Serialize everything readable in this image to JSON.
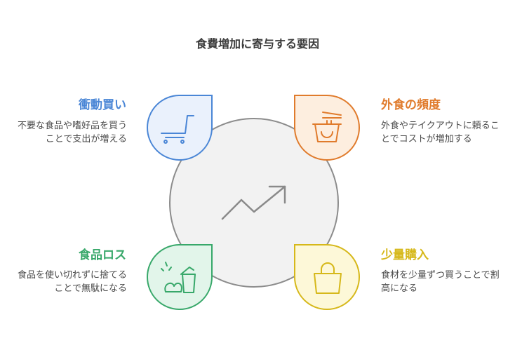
{
  "title": "食費増加に寄与する要因",
  "factors": [
    {
      "heading": "衝動買い",
      "desc": "不要な食品や嗜好品を買うことで支出が増える",
      "color": "#4a86d6",
      "icon": "shopping-cart-icon"
    },
    {
      "heading": "外食の頻度",
      "desc": "外食やテイクアウトに頼ることでコストが増加する",
      "color": "#e07b2c",
      "icon": "takeout-noodle-box-icon"
    },
    {
      "heading": "食品ロス",
      "desc": "食品を使い切れずに捨てることで無駄になる",
      "color": "#38a86a",
      "icon": "food-waste-icon"
    },
    {
      "heading": "少量購入",
      "desc": "食材を少量ずつ買うことで割高になる",
      "color": "#d6b81a",
      "icon": "shopping-bag-icon"
    }
  ],
  "center_icon": "trending-up-arrow-icon",
  "colors": {
    "center_fill": "#f2f2f2",
    "center_stroke": "#8c8c8c",
    "blue_fill": "#eaf1fc",
    "orange_fill": "#fdeedf",
    "green_fill": "#e2f5ea",
    "yellow_fill": "#fdf8d8"
  }
}
